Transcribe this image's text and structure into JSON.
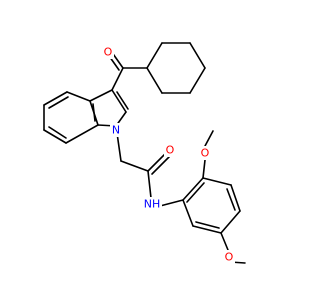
{
  "molecule": {
    "colors": {
      "bond": "#000000",
      "oxygen": "#ff0000",
      "nitrogen": "#0000ff",
      "background": "#ffffff"
    },
    "atom_labels": {
      "carbonyl_oxygen": "O",
      "indole_nitrogen": "N",
      "amide_oxygen": "O",
      "amide_nh": "NH",
      "methoxy_oxygen_ortho": "O",
      "methoxy_oxygen_meta": "O"
    }
  }
}
